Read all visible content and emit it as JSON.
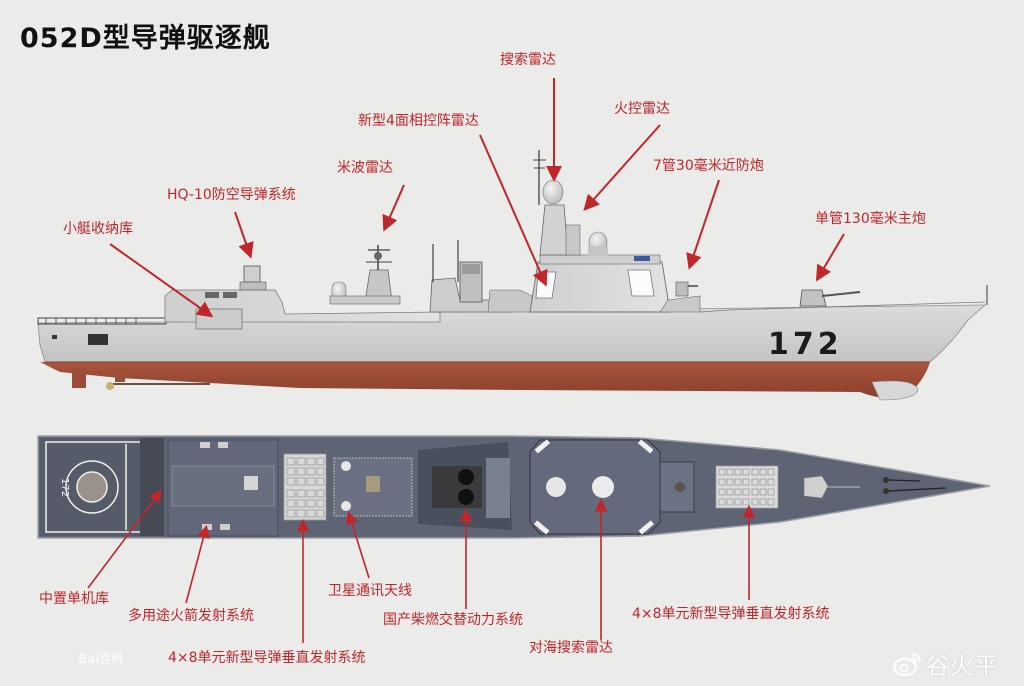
{
  "title": "052D型导弹驱逐舰",
  "hull_number": "172",
  "deck_marking": "172",
  "colors": {
    "background": "#ebebea",
    "label_red": "#c0262a",
    "hull_grey": "#cfcfcf",
    "superstructure_grey": "#d9d9d9",
    "hull_bottom_red": "#9a4a36",
    "deck_dark": "#5a5f6e",
    "deck_light": "#6b7080"
  },
  "side_view_labels": [
    {
      "id": "search-radar",
      "text": "搜索雷达"
    },
    {
      "id": "phased-array-radar",
      "text": "新型4面相控阵雷达"
    },
    {
      "id": "fire-control-radar",
      "text": "火控雷达"
    },
    {
      "id": "meter-wave-radar",
      "text": "米波雷达"
    },
    {
      "id": "ciws",
      "text": "7管30毫米近防炮"
    },
    {
      "id": "hq10",
      "text": "HQ-10防空导弹系统"
    },
    {
      "id": "main-gun",
      "text": "单管130毫米主炮"
    },
    {
      "id": "boat-storage",
      "text": "小艇收纳库"
    }
  ],
  "top_view_labels": [
    {
      "id": "hangar",
      "text": "中置单机库"
    },
    {
      "id": "rocket-launcher",
      "text": "多用途火箭发射系统"
    },
    {
      "id": "satcom-antenna",
      "text": "卫星通讯天线"
    },
    {
      "id": "codad-propulsion",
      "text": "国产柴燃交替动力系统"
    },
    {
      "id": "aft-vls",
      "text": "4×8单元新型导弹垂直发射系统"
    },
    {
      "id": "surface-search-radar",
      "text": "对海搜索雷达"
    },
    {
      "id": "fwd-vls",
      "text": "4×8单元新型导弹垂直发射系统"
    }
  ],
  "watermarks": {
    "baidu": "Bai百科",
    "weibo": "谷火平"
  }
}
